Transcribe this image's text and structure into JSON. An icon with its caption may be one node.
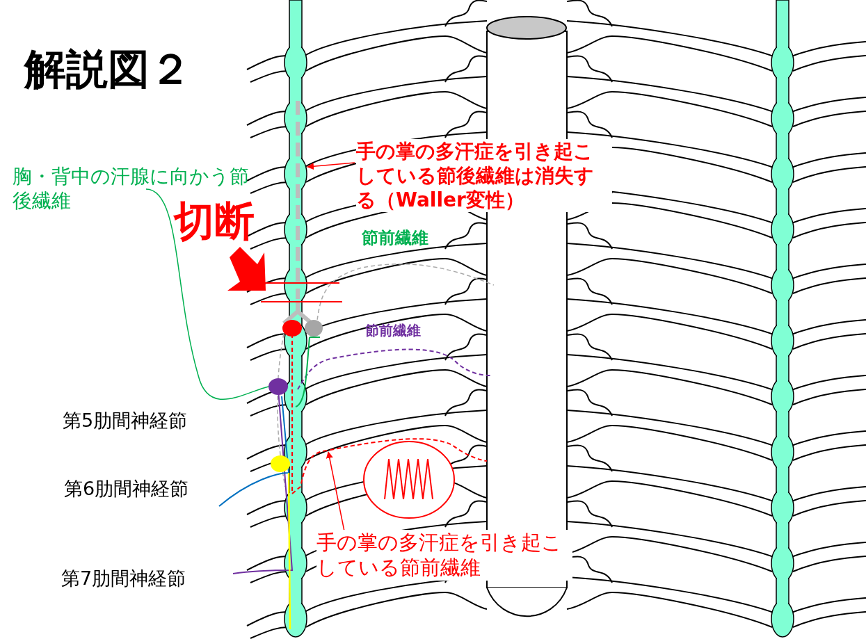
{
  "diagram": {
    "title": "解説図２",
    "nodes": [
      {
        "text": [
          "手の掌の多汗症を引き起こしている節後繊維は消失する（Waller変性）"
        ]
      },
      {
        "text": [
          "胸・背中の汗腺に向かう節後繊維"
        ]
      },
      {
        "text": [
          "手の掌の多汗症を引き起こしている節前繊維"
        ]
      }
    ],
    "edges": [
      {
        "from": 0,
        "to": null,
        "arrow": "to"
      },
      {
        "from": 1,
        "to": null,
        "arrow": "none",
        "color": "#00b050"
      },
      {
        "from": 2,
        "to": null,
        "arrow": "to"
      }
    ],
    "labels": [
      "切断",
      "節前繊維",
      "節前繊維",
      "第5肋間神経節",
      "第6肋間神経節",
      "第7肋間神経節"
    ]
  }
}
